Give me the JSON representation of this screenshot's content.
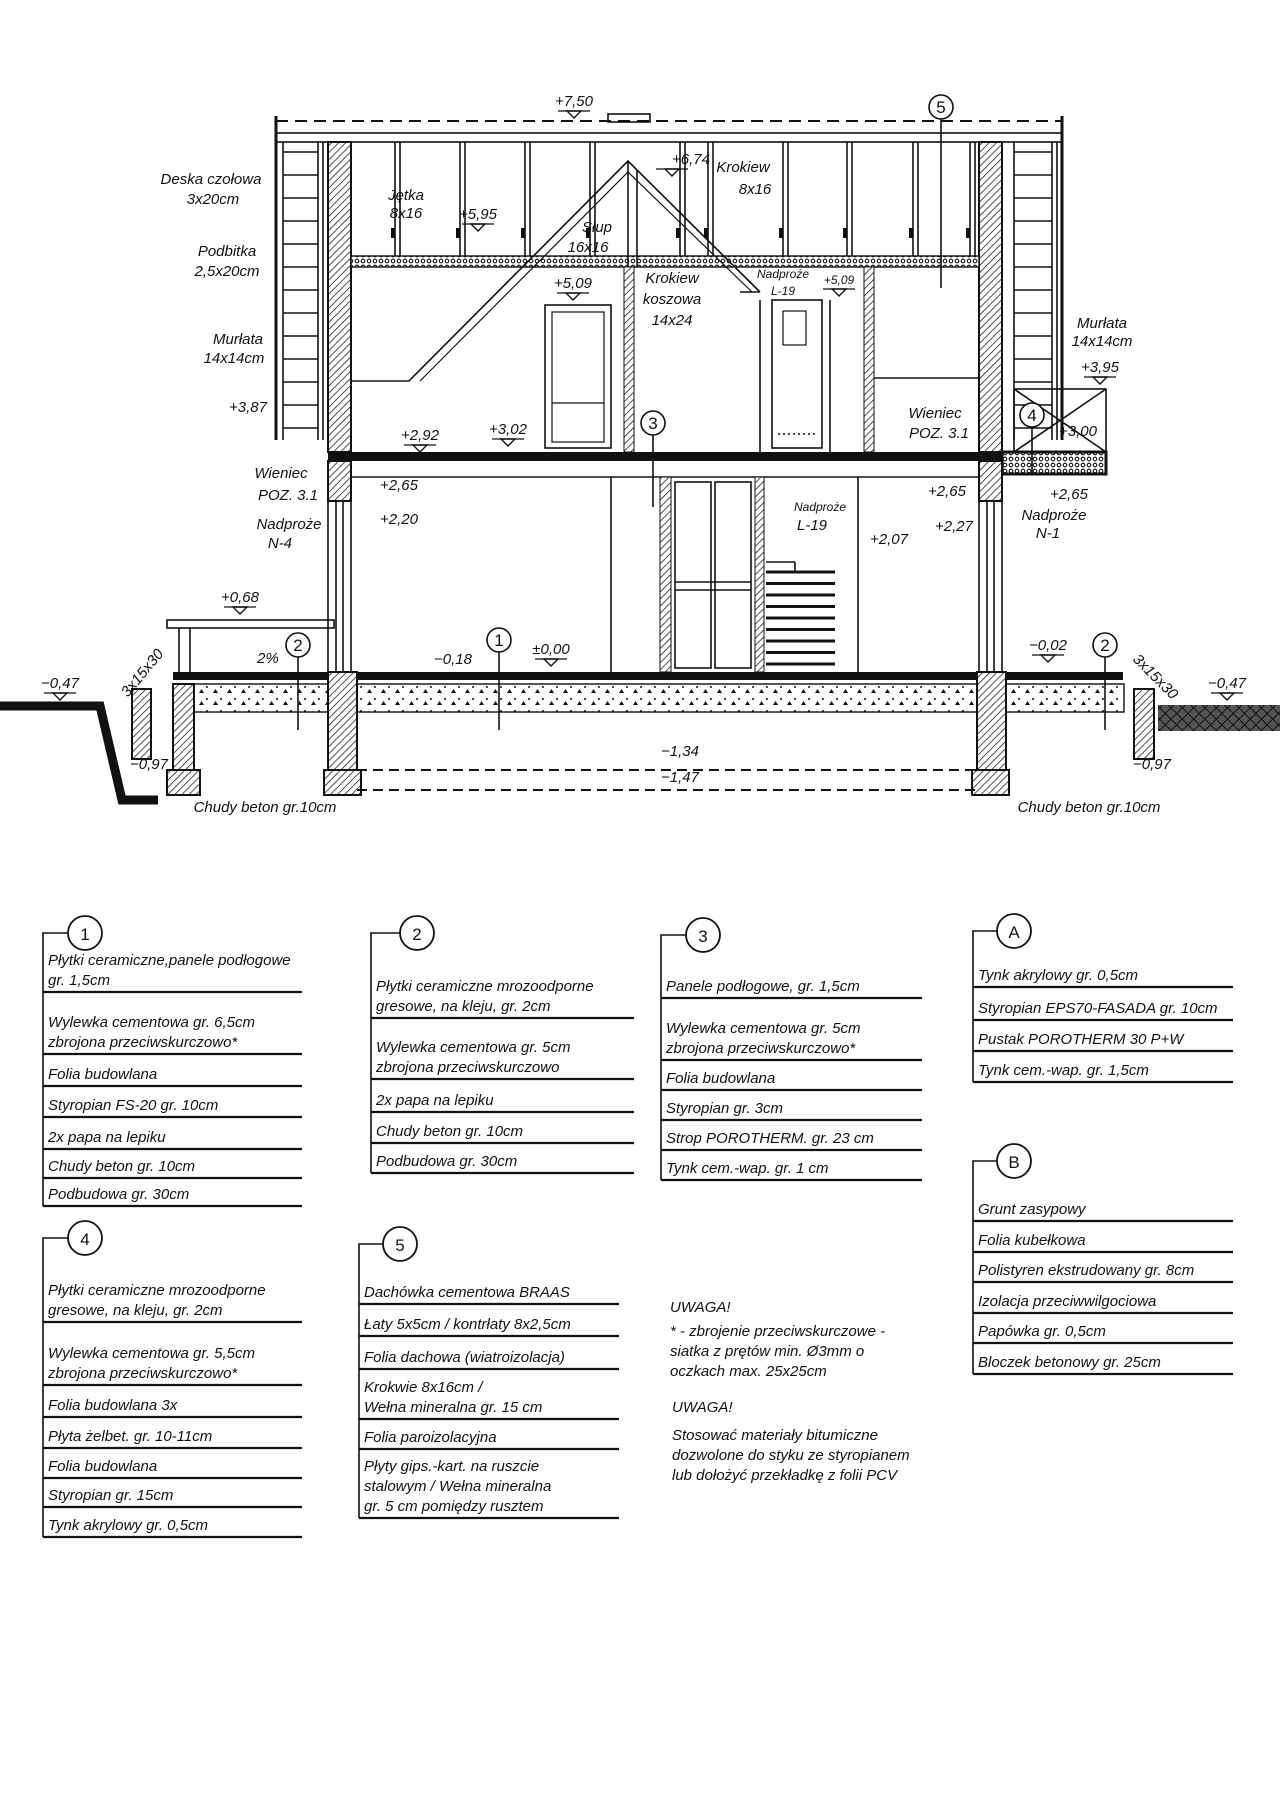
{
  "drawing": {
    "labels": {
      "elev_750": "+7,50",
      "elev_674": "+6,74",
      "elev_595": "+5,95",
      "elev_509_a": "+5,09",
      "elev_509_b": "+5,09",
      "elev_395": "+3,95",
      "elev_387": "+3,87",
      "elev_302": "+3,02",
      "elev_300": "+3,00",
      "elev_292": "+2,92",
      "elev_265_a": "+2,65",
      "elev_265_b": "+2,65",
      "elev_265_c": "+2,65",
      "elev_227": "+2,27",
      "elev_220": "+2,20",
      "elev_207": "+2,07",
      "elev_068": "+0,68",
      "elev_000": "±0,00",
      "elev_m002": "−0,02",
      "elev_m018": "−0,18",
      "elev_m047_l": "−0,47",
      "elev_m047_r": "−0,47",
      "elev_m097_l": "−0,97",
      "elev_m097_r": "−0,97",
      "elev_m134": "−1,34",
      "elev_m147": "−1,47",
      "krokiew": "Krokiew",
      "krokiew_size": "8x16",
      "deska": "Deska czołowa",
      "deska_size": "3x20cm",
      "jetka": "Jętka",
      "jetka_size": "8x16",
      "slup": "Słup",
      "slup_size": "16x16",
      "podbitka": "Podbitka",
      "podbitka_size": "2,5x20cm",
      "krokiew_k": "Krokiew",
      "krokiew_k2": "koszowa",
      "krokiew_k_size": "14x24",
      "nadproze_top": "Nadproże",
      "nadproze_top_size": "L-19",
      "murlata_l": "Murłata",
      "murlata_l_size": "14x14cm",
      "murlata_r": "Murłata",
      "murlata_r_size": "14x14cm",
      "wieniec_r": "Wieniec",
      "wieniec_r_poz": "POZ. 3.1",
      "wieniec_l": "Wieniec",
      "wieniec_l_poz": "POZ. 3.1",
      "nadproze_l": "Nadproże",
      "nadproze_l_size": "N-4",
      "nadproze_m": "Nadproże",
      "nadproze_m_size": "L-19",
      "nadproze_r": "Nadproże",
      "nadproze_r_size": "N-1",
      "slope": "2%",
      "step_l": "3x15x30",
      "step_r": "3x15x30",
      "chudy_l": "Chudy beton gr.10cm",
      "chudy_r": "Chudy beton gr.10cm"
    },
    "markers": {
      "m5": "5",
      "m3": "3",
      "m4": "4",
      "m2_l": "2",
      "m1": "1",
      "m2_r": "2"
    }
  },
  "legends": [
    {
      "id": "1",
      "rows": [
        [
          "Płytki ceramiczne,panele podłogowe",
          "gr. 1,5cm"
        ],
        [
          "Wylewka cementowa gr. 6,5cm",
          "zbrojona przeciwskurczowo*"
        ],
        [
          "Folia budowlana"
        ],
        [
          "Styropian FS-20 gr. 10cm"
        ],
        [
          "2x papa na lepiku"
        ],
        [
          "Chudy beton gr. 10cm"
        ],
        [
          "Podbudowa gr. 30cm"
        ]
      ]
    },
    {
      "id": "2",
      "rows": [
        [
          "Płytki ceramiczne mrozoodporne",
          "gresowe, na kleju, gr. 2cm"
        ],
        [
          "Wylewka cementowa gr. 5cm",
          "zbrojona przeciwskurczowo"
        ],
        [
          "2x papa na lepiku"
        ],
        [
          "Chudy beton gr. 10cm"
        ],
        [
          "Podbudowa gr. 30cm"
        ]
      ]
    },
    {
      "id": "3",
      "rows": [
        [
          "Panele podłogowe, gr. 1,5cm"
        ],
        [
          "Wylewka cementowa gr. 5cm",
          "zbrojona przeciwskurczowo*"
        ],
        [
          "Folia budowlana"
        ],
        [
          "Styropian gr. 3cm"
        ],
        [
          "Strop POROTHERM. gr. 23 cm"
        ],
        [
          "Tynk cem.-wap. gr. 1 cm"
        ]
      ]
    },
    {
      "id": "A",
      "rows": [
        [
          "Tynk akrylowy gr. 0,5cm"
        ],
        [
          "Styropian EPS70-FASADA gr. 10cm"
        ],
        [
          "Pustak POROTHERM 30 P+W"
        ],
        [
          "Tynk cem.-wap. gr. 1,5cm"
        ]
      ]
    },
    {
      "id": "B",
      "rows": [
        [
          "Grunt zasypowy"
        ],
        [
          "Folia kubełkowa"
        ],
        [
          "Polistyren ekstrudowany gr. 8cm"
        ],
        [
          "Izolacja przeciwwilgociowa"
        ],
        [
          "Papówka gr. 0,5cm"
        ],
        [
          "Bloczek betonowy gr. 25cm"
        ]
      ]
    },
    {
      "id": "4",
      "rows": [
        [
          "Płytki ceramiczne mrozoodporne",
          "gresowe, na kleju, gr. 2cm"
        ],
        [
          "Wylewka cementowa gr. 5,5cm",
          "zbrojona przeciwskurczowo*"
        ],
        [
          "Folia budowlana 3x"
        ],
        [
          "Płyta żelbet. gr. 10-11cm"
        ],
        [
          "Folia budowlana"
        ],
        [
          "Styropian gr. 15cm"
        ],
        [
          "Tynk akrylowy gr. 0,5cm"
        ]
      ]
    },
    {
      "id": "5",
      "rows": [
        [
          "Dachówka cementowa BRAAS"
        ],
        [
          "Łaty 5x5cm / kontrłaty 8x2,5cm"
        ],
        [
          "Folia dachowa (wiatroizolacja)"
        ],
        [
          "Krokwie 8x16cm /",
          "Wełna mineralna gr. 15 cm"
        ],
        [
          "Folia paroizolacyjna"
        ],
        [
          "Płyty gips.-kart. na ruszcie",
          "stalowym / Wełna mineralna",
          "gr. 5 cm pomiędzy rusztem"
        ]
      ]
    }
  ],
  "notes": [
    {
      "title": "UWAGA!",
      "lines": [
        "* - zbrojenie przeciwskurczowe -",
        "siatka z prętów min. Ø3mm o",
        "oczkach max. 25x25cm"
      ]
    },
    {
      "title": "UWAGA!",
      "lines": [
        "Stosować materiały bitumiczne",
        "dozwolone do styku ze styropianem",
        "lub dołożyć przekładkę z folii PCV"
      ]
    }
  ]
}
